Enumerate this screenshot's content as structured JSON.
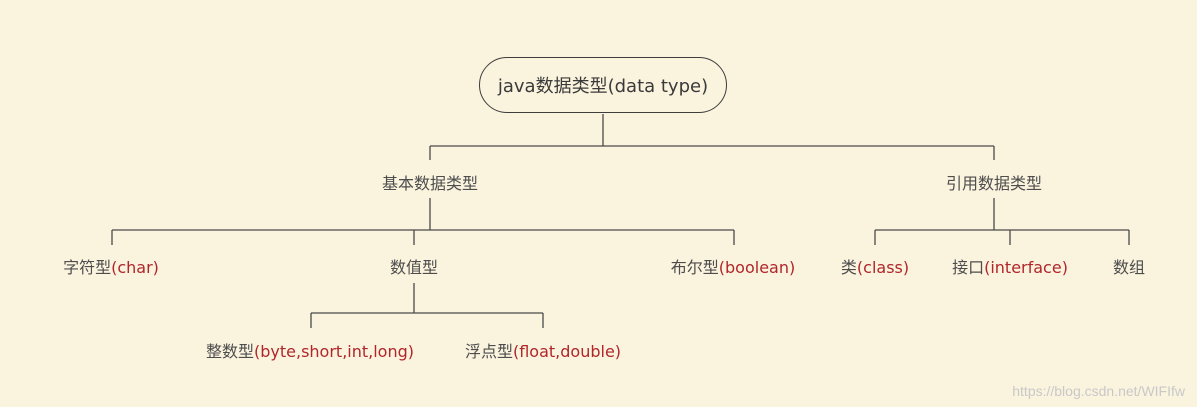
{
  "root": {
    "label": "java数据类型(data type)"
  },
  "primitive": {
    "label": "基本数据类型",
    "char": {
      "name": "字符型",
      "detail": "(char)"
    },
    "numeric": {
      "label": "数值型",
      "integer": {
        "name": "整数型",
        "detail": "(byte,short,int,long)"
      },
      "float": {
        "name": "浮点型",
        "detail": "(float,double)"
      }
    },
    "boolean": {
      "name": "布尔型",
      "detail": "(boolean)"
    }
  },
  "reference": {
    "label": "引用数据类型",
    "class": {
      "name": "类",
      "detail": "(class)"
    },
    "interface": {
      "name": "接口",
      "detail": "(interface)"
    },
    "array": {
      "name": "数组"
    }
  },
  "watermark": "https://blog.csdn.net/WIFIfw",
  "colors": {
    "background": "#faf3de",
    "text": "#4d4d4d",
    "highlight": "#b0262b",
    "line": "#4a4a4a"
  }
}
